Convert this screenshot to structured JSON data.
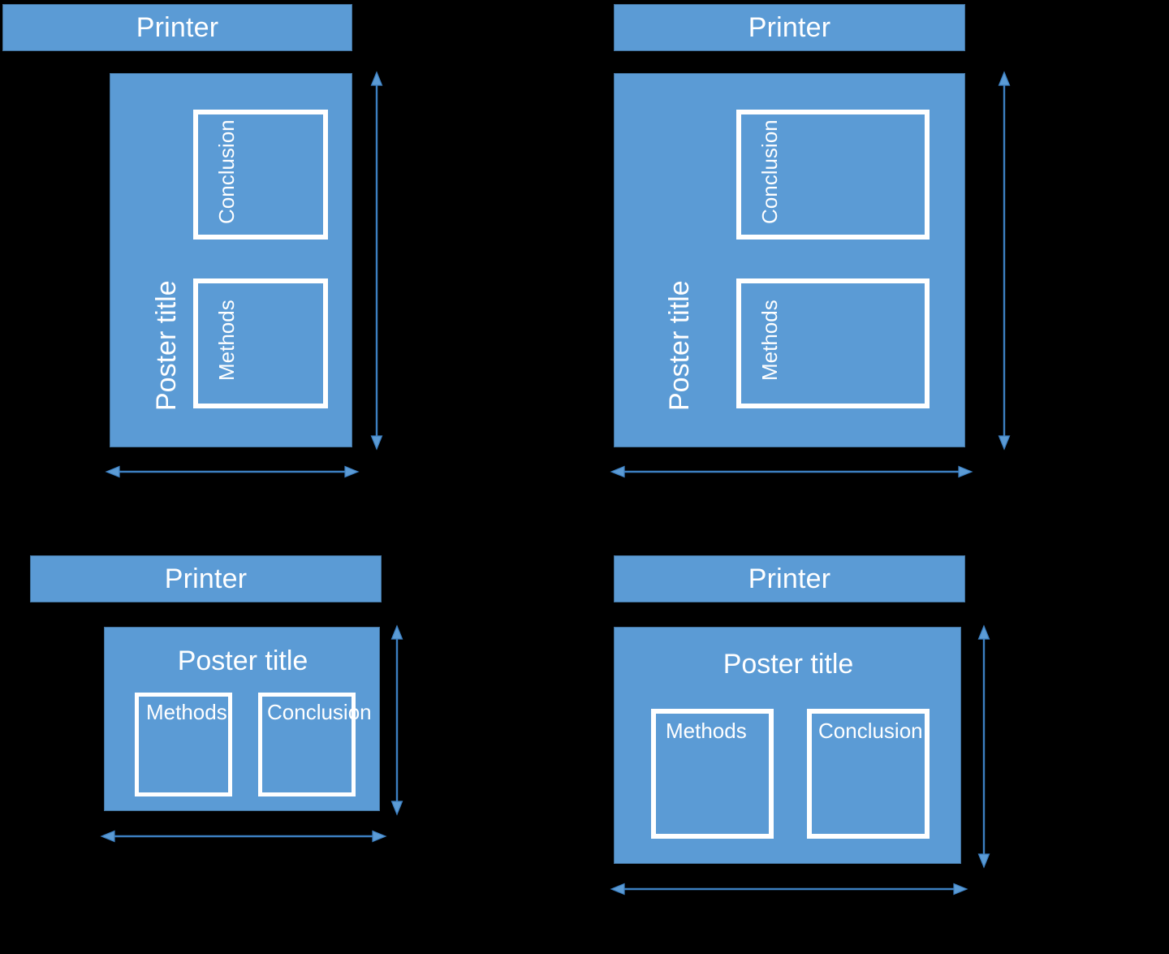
{
  "colors": {
    "background": "#000000",
    "fill_blue": "#5B9BD5",
    "stroke_blue": "#41719C",
    "outline_white": "#FFFFFF",
    "arrow_blue": "#3C7FC1"
  },
  "panels": [
    {
      "id": "top-left",
      "printer_label": "Printer",
      "poster_title": "Poster title",
      "poster_orientation": "portrait",
      "sections": [
        {
          "label": "Conclusion",
          "orientation": "vertical"
        },
        {
          "label": "Methods",
          "orientation": "vertical"
        }
      ],
      "dimension_arrows": [
        "height-arrow",
        "width-arrow"
      ]
    },
    {
      "id": "top-right",
      "printer_label": "Printer",
      "poster_title": "Poster title",
      "poster_orientation": "portrait",
      "sections": [
        {
          "label": "Conclusion",
          "orientation": "vertical"
        },
        {
          "label": "Methods",
          "orientation": "vertical"
        }
      ],
      "dimension_arrows": [
        "height-arrow",
        "width-arrow"
      ]
    },
    {
      "id": "bottom-left",
      "printer_label": "Printer",
      "poster_title": "Poster title",
      "poster_orientation": "landscape",
      "sections": [
        {
          "label": "Methods",
          "orientation": "horizontal"
        },
        {
          "label": "Conclusion",
          "orientation": "horizontal"
        }
      ],
      "dimension_arrows": [
        "height-arrow",
        "width-arrow"
      ]
    },
    {
      "id": "bottom-right",
      "printer_label": "Printer",
      "poster_title": "Poster title",
      "poster_orientation": "landscape",
      "sections": [
        {
          "label": "Methods",
          "orientation": "horizontal"
        },
        {
          "label": "Conclusion",
          "orientation": "horizontal"
        }
      ],
      "dimension_arrows": [
        "height-arrow",
        "width-arrow"
      ]
    }
  ]
}
